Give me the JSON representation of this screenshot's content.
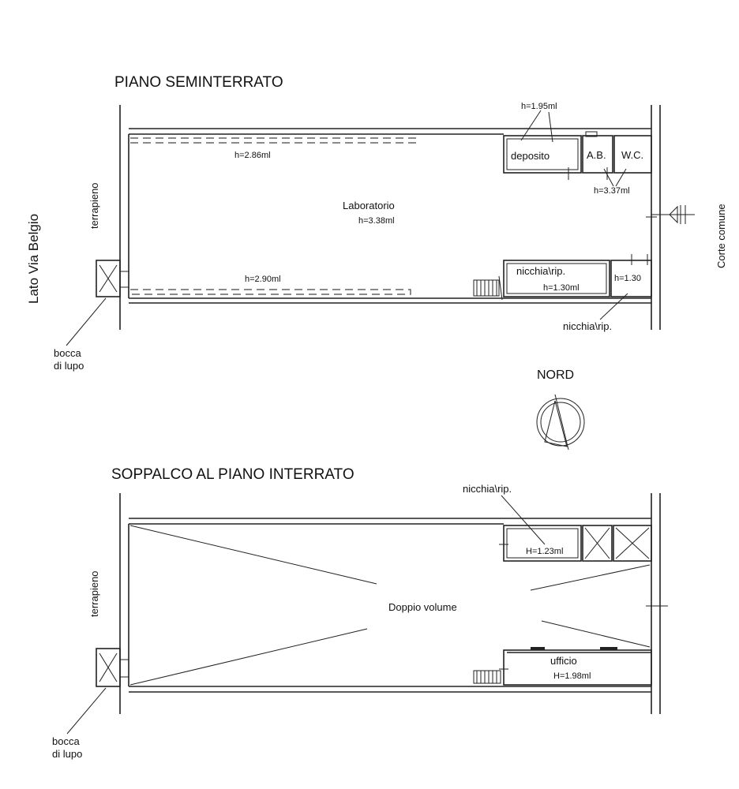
{
  "top_plan": {
    "title": "PIANO SEMINTERRATO",
    "rooms": {
      "laboratorio": "Laboratorio",
      "laboratorio_h": "h=3.38ml",
      "deposito": "deposito",
      "ab": "A.B.",
      "wc": "W.C.",
      "nicchia_main": "nicchia\\rip.",
      "nicchia_main_h": "h=1.30ml",
      "nicchia_small_h": "h=1.30",
      "nicchia_small": "nicchia\\rip."
    },
    "heights": {
      "h_top_dashed": "h=2.86ml",
      "h_bottom_dashed": "h=2.90ml",
      "h_deposito": "h=1.95ml",
      "h_ab_wc": "h=3.37ml"
    },
    "terrapieno": "terrapieno",
    "bocca": [
      "bocca",
      "di lupo"
    ]
  },
  "side_labels": {
    "lato": "Lato Via Belgio",
    "corte": "Corte comune"
  },
  "north": {
    "label": "NORD"
  },
  "bottom_plan": {
    "title": "SOPPALCO AL PIANO INTERRATO",
    "rooms": {
      "doppio_volume": "Doppio volume",
      "nicchia": "nicchia\\rip.",
      "nicchia_h": "H=1.23ml",
      "ufficio": "ufficio",
      "ufficio_h": "H=1.98ml"
    },
    "terrapieno": "terrapieno",
    "bocca": [
      "bocca",
      "di lupo"
    ]
  }
}
